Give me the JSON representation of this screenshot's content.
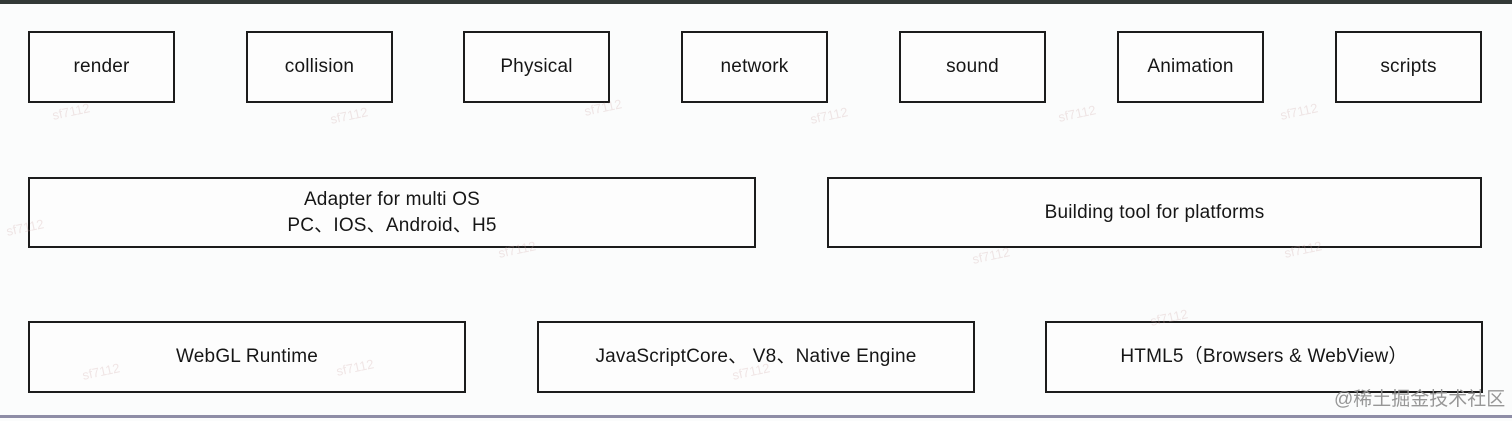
{
  "nodes": {
    "top_row": [
      "render",
      "collision",
      "Physical",
      "network",
      "sound",
      "Animation",
      "scripts"
    ],
    "adapter": {
      "line1": "Adapter for multi OS",
      "line2": "PC、IOS、Android、H5"
    },
    "building": "Building tool for platforms",
    "bottom_row": [
      "WebGL Runtime",
      "JavaScriptCore、 V8、Native Engine",
      "HTML5（Browsers & WebView）"
    ]
  },
  "watermarks": {
    "credit": "@稀土掘金技术社区",
    "tile": "sf7112"
  },
  "colors": {
    "top_bar": "#333937",
    "bottom_line": "#8e8da6",
    "box_border": "#1c1c1c",
    "credit_text": "#8f8f8f",
    "background": "#fbfcfc"
  }
}
